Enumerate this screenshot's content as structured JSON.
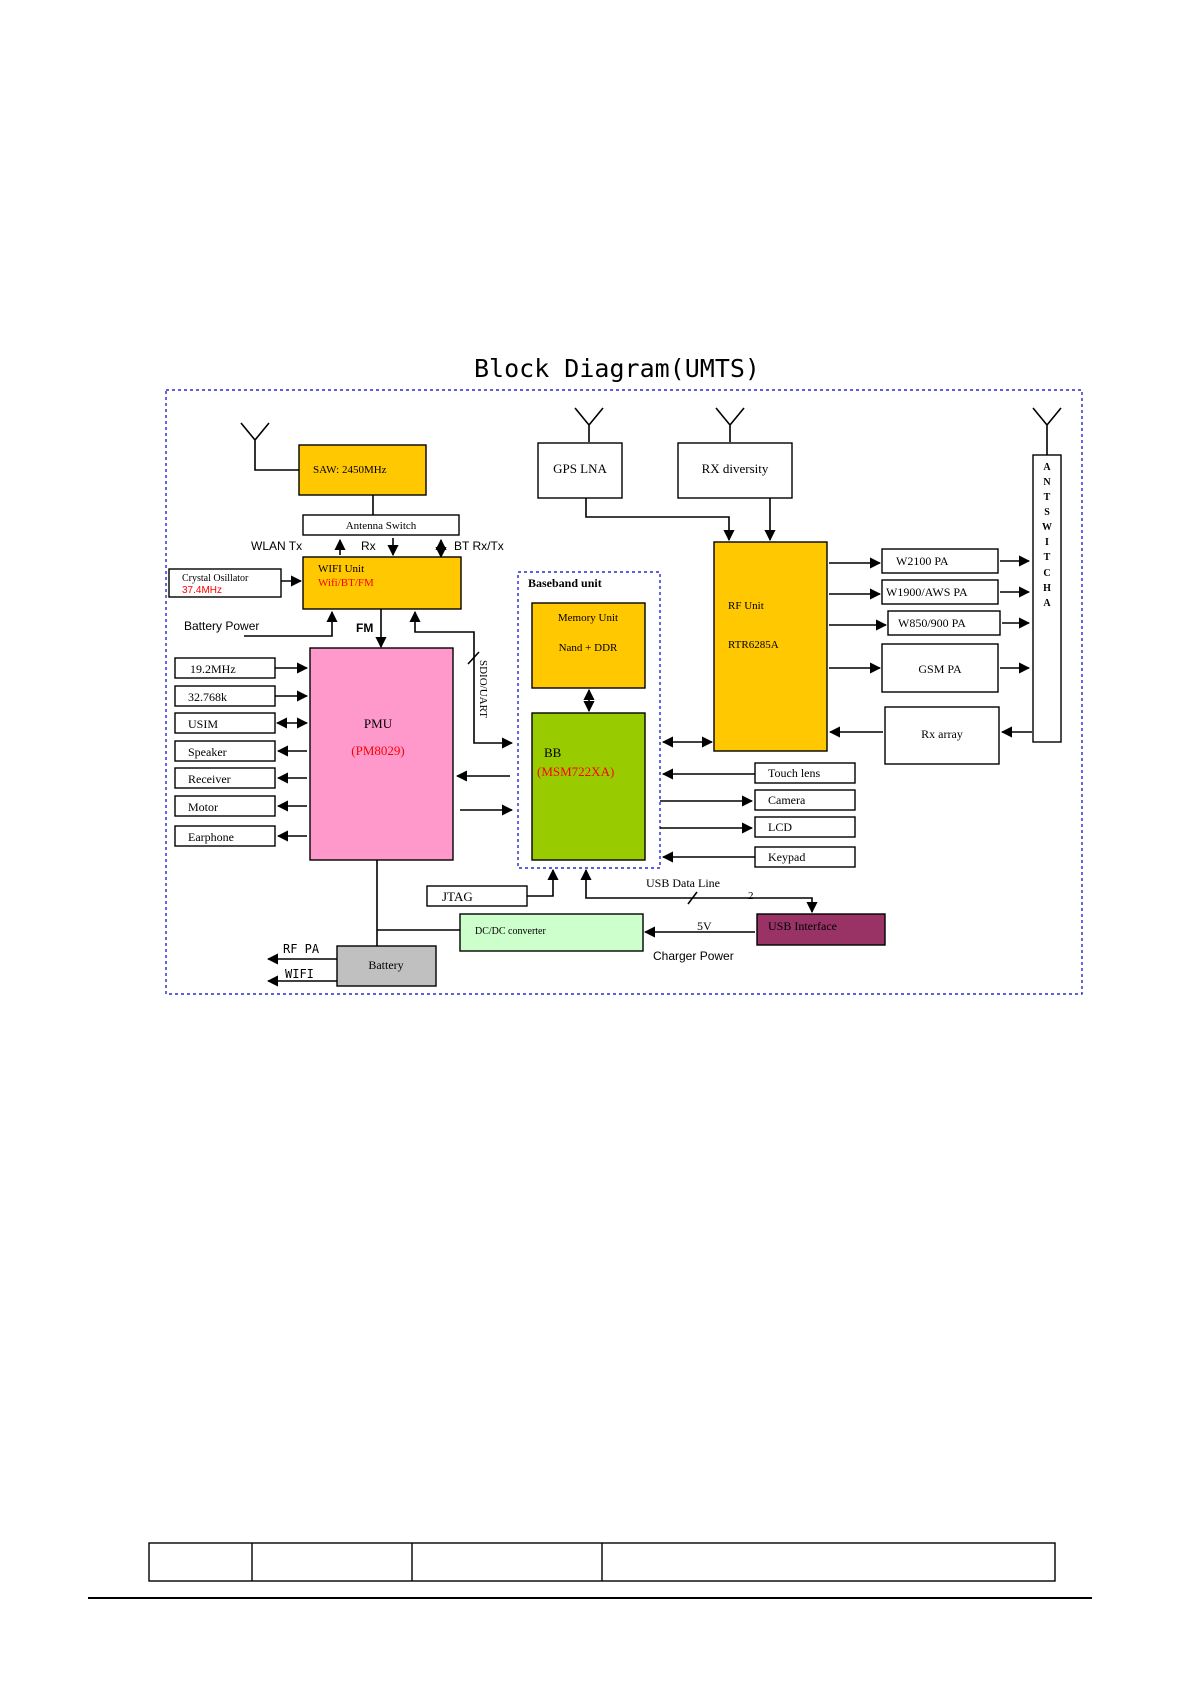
{
  "title": "Block Diagram(UMTS)",
  "colors": {
    "yellow": "#ffc800",
    "pink": "#ff99cc",
    "green": "#99cc00",
    "lightgreen": "#ccffcc",
    "maroon": "#993366",
    "gray": "#c0c0c0",
    "red": "#ff0000",
    "border_blue": "#0000cc"
  },
  "blocks": {
    "saw": "SAW: 2450MHz",
    "antenna_switch": "Antenna  Switch",
    "wifi_unit": "WIFI Unit",
    "wifi_sub": "Wifi/BT/FM",
    "crystal": "Crystal Osillator",
    "crystal_freq": "37.4MHz",
    "gps_lna": "GPS LNA",
    "rx_diversity": "RX diversity",
    "baseband_unit": "Baseband unit",
    "memory_unit": "Memory Unit",
    "memory_sub": "Nand + DDR",
    "bb": "BB",
    "bb_sub": "(MSM722XA)",
    "rf_unit": "RF Unit",
    "rf_sub": "RTR6285A",
    "pmu": "PMU",
    "pmu_sub": "(PM8029)",
    "jtag": "JTAG",
    "dcdc": "DC/DC converter",
    "usb_interface": "USB Interface",
    "battery": "Battery",
    "ant_switch_letters": [
      "A",
      "N",
      "T",
      "S",
      "W",
      "I",
      "T",
      "C",
      "H",
      "A"
    ]
  },
  "pa_blocks": [
    "W2100 PA",
    "W1900/AWS PA",
    "W850/900 PA",
    "GSM PA",
    "Rx array"
  ],
  "left_inputs": [
    "19.2MHz",
    "32.768k",
    "USIM",
    "Speaker",
    "Receiver",
    "Motor",
    "Earphone"
  ],
  "peripherals": [
    "Touch lens",
    "Camera",
    "LCD",
    "Keypad"
  ],
  "labels": {
    "wlan_tx": "WLAN Tx",
    "rx": "Rx",
    "bt_rxtx": "BT Rx/Tx",
    "battery_power": "Battery Power",
    "fm": "FM",
    "sdio_uart": "SDIO/UART",
    "usb_data_line": "USB Data Line",
    "usb_count": "2",
    "five_v": "5V",
    "charger_power": "Charger Power",
    "rf_pa": "RF PA",
    "wifi_out": "WIFI"
  },
  "footer_table": {
    "cells": [
      "",
      "",
      "",
      ""
    ]
  }
}
